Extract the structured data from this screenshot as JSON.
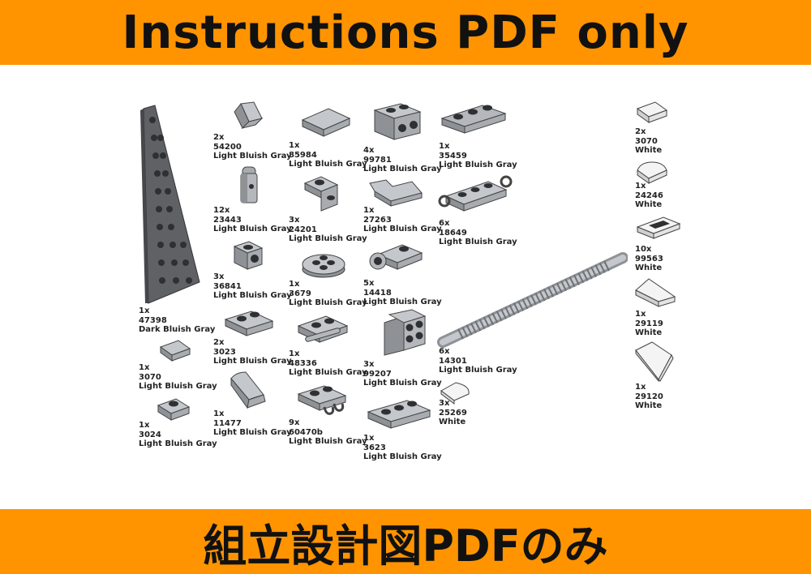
{
  "header": {
    "title": "Instructions PDF only"
  },
  "footer": {
    "title": "組立設計図PDFのみ"
  },
  "colors": {
    "banner": "#ff9400",
    "gray": "#b4b8bc",
    "dark_gray": "#5f6165",
    "white": "#f4f4f4"
  },
  "parts": [
    {
      "qty": "1x",
      "id": "47398",
      "color": "Dark Bluish Gray",
      "icon": "wedge-plate-icon"
    },
    {
      "qty": "1x",
      "id": "3070",
      "color": "Light Bluish Gray",
      "icon": "tile-1x1-icon"
    },
    {
      "qty": "1x",
      "id": "3024",
      "color": "Light Bluish Gray",
      "icon": "plate-1x1-icon"
    },
    {
      "qty": "2x",
      "id": "54200",
      "color": "Light Bluish Gray",
      "icon": "slope-icon"
    },
    {
      "qty": "12x",
      "id": "23443",
      "color": "Light Bluish Gray",
      "icon": "bar-holder-icon"
    },
    {
      "qty": "3x",
      "id": "36841",
      "color": "Light Bluish Gray",
      "icon": "bracket-icon"
    },
    {
      "qty": "2x",
      "id": "3023",
      "color": "Light Bluish Gray",
      "icon": "plate-1x2-icon"
    },
    {
      "qty": "1x",
      "id": "11477",
      "color": "Light Bluish Gray",
      "icon": "curved-slope-icon"
    },
    {
      "qty": "1x",
      "id": "85984",
      "color": "Light Bluish Gray",
      "icon": "slope-1x2-icon"
    },
    {
      "qty": "3x",
      "id": "24201",
      "color": "Light Bluish Gray",
      "icon": "offset-bracket-icon"
    },
    {
      "qty": "1x",
      "id": "3679",
      "color": "Light Bluish Gray",
      "icon": "turntable-icon"
    },
    {
      "qty": "1x",
      "id": "48336",
      "color": "Light Bluish Gray",
      "icon": "handle-plate-icon"
    },
    {
      "qty": "9x",
      "id": "60470b",
      "color": "Light Bluish Gray",
      "icon": "clip-plate-icon"
    },
    {
      "qty": "4x",
      "id": "99781",
      "color": "Light Bluish Gray",
      "icon": "bracket-down-icon"
    },
    {
      "qty": "1x",
      "id": "27263",
      "color": "Light Bluish Gray",
      "icon": "corner-tile-icon"
    },
    {
      "qty": "5x",
      "id": "14418",
      "color": "Light Bluish Gray",
      "icon": "ball-socket-icon"
    },
    {
      "qty": "3x",
      "id": "99207",
      "color": "Light Bluish Gray",
      "icon": "bracket-2x2-icon"
    },
    {
      "qty": "1x",
      "id": "3623",
      "color": "Light Bluish Gray",
      "icon": "plate-1x3-icon"
    },
    {
      "qty": "1x",
      "id": "35459",
      "color": "Light Bluish Gray",
      "icon": "rail-plate-icon"
    },
    {
      "qty": "6x",
      "id": "18649",
      "color": "Light Bluish Gray",
      "icon": "clip-rail-plate-icon"
    },
    {
      "qty": "6x",
      "id": "14301",
      "color": "Light Bluish Gray",
      "icon": "ribbed-hose-icon"
    },
    {
      "qty": "3x",
      "id": "25269",
      "color": "White",
      "icon": "quarter-tile-icon"
    },
    {
      "qty": "2x",
      "id": "3070",
      "color": "White",
      "icon": "tile-1x1-white-icon"
    },
    {
      "qty": "1x",
      "id": "24246",
      "color": "White",
      "icon": "round-tile-icon"
    },
    {
      "qty": "10x",
      "id": "99563",
      "color": "White",
      "icon": "grille-tile-icon"
    },
    {
      "qty": "1x",
      "id": "29119",
      "color": "White",
      "icon": "wedge-left-icon"
    },
    {
      "qty": "1x",
      "id": "29120",
      "color": "White",
      "icon": "wedge-right-icon"
    }
  ]
}
